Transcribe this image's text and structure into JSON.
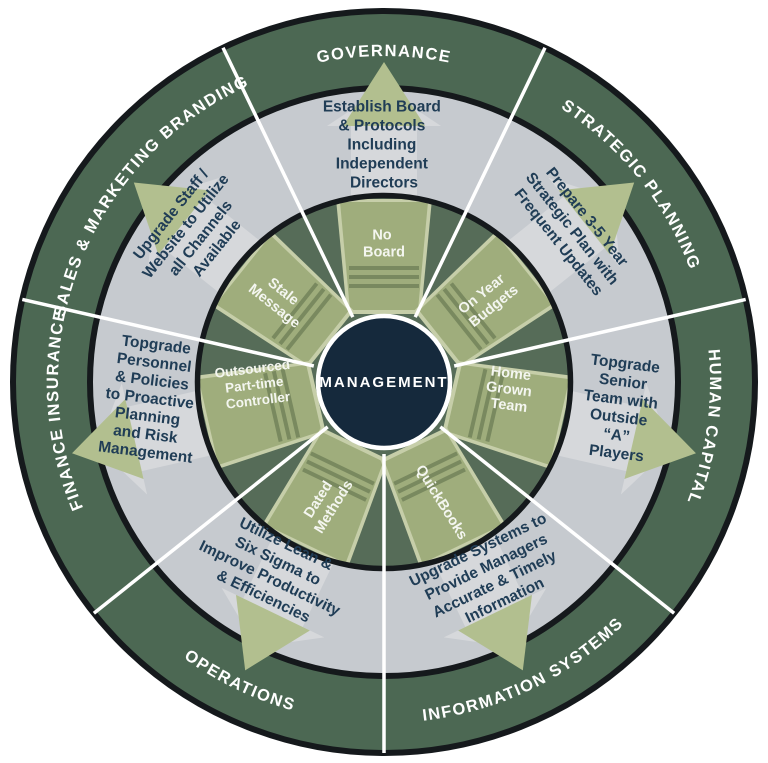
{
  "center": {
    "label": "MANAGEMENT"
  },
  "colors": {
    "outer_ring_green": "#4C6853",
    "inner_ring_green": "#566C58",
    "middle_ring_gray": "#C6CACF",
    "arrow_shaft_gray": "#D6D8DB",
    "arrow_tail_olive": "#9FAD7C",
    "arrow_tail_bevel_olive": "#C6CEA9",
    "arrow_head_olive": "#B2BF8F",
    "tail_stripe_olive": "#79895F",
    "center_navy": "#15293C",
    "action_text_navy": "#203D56",
    "ring_border_dark": "#15191C",
    "divider_white": "#FFFFFF",
    "label_white": "#FFFFFF"
  },
  "sectors": [
    {
      "id": "governance",
      "outer_label": "GOVERNANCE",
      "action_lines": [
        "Establish Board",
        "& Protocols",
        "Including",
        "Independent",
        "Directors"
      ],
      "state_lines": [
        "No",
        "Board"
      ]
    },
    {
      "id": "sales-marketing-branding",
      "outer_label": "SALES & MARKETING BRANDING",
      "action_lines": [
        "Upgrade Staff /",
        "Website to Utilize",
        "all Channels",
        "Available"
      ],
      "state_lines": [
        "Stale",
        "Message"
      ]
    },
    {
      "id": "strategic-planning",
      "outer_label": "STRATEGIC PLANNING",
      "action_lines": [
        "Prepare 3-5 Year",
        "Strategic Plan with",
        "Frequent Updates"
      ],
      "state_lines": [
        "On Year",
        "Budgets"
      ]
    },
    {
      "id": "finance-insurance",
      "outer_label": "FINANCE INSURANCE",
      "action_lines": [
        "Topgrade",
        "Personnel",
        "& Policies",
        "to Proactive",
        "Planning",
        "and Risk",
        "Management"
      ],
      "state_lines": [
        "Outsourced",
        "Part-time",
        "Controller"
      ]
    },
    {
      "id": "human-capital",
      "outer_label": "HUMAN CAPITAL",
      "action_lines": [
        "Topgrade",
        "Senior",
        "Team with",
        "Outside",
        "“A”",
        "Players"
      ],
      "state_lines": [
        "Home",
        "Grown",
        "Team"
      ]
    },
    {
      "id": "operations",
      "outer_label": "OPERATIONS",
      "action_lines": [
        "Utilize Lean &",
        "Six Sigma to",
        "Improve Productivity",
        "& Efficiencies"
      ],
      "state_lines": [
        "Dated",
        "Methods"
      ]
    },
    {
      "id": "information-systems",
      "outer_label": "INFORMATION SYSTEMS",
      "action_lines": [
        "Upgrade Systems to",
        "Provide Managers",
        "Accurate & Timely",
        "Information"
      ],
      "state_lines": [
        "QuickBooks"
      ]
    }
  ]
}
